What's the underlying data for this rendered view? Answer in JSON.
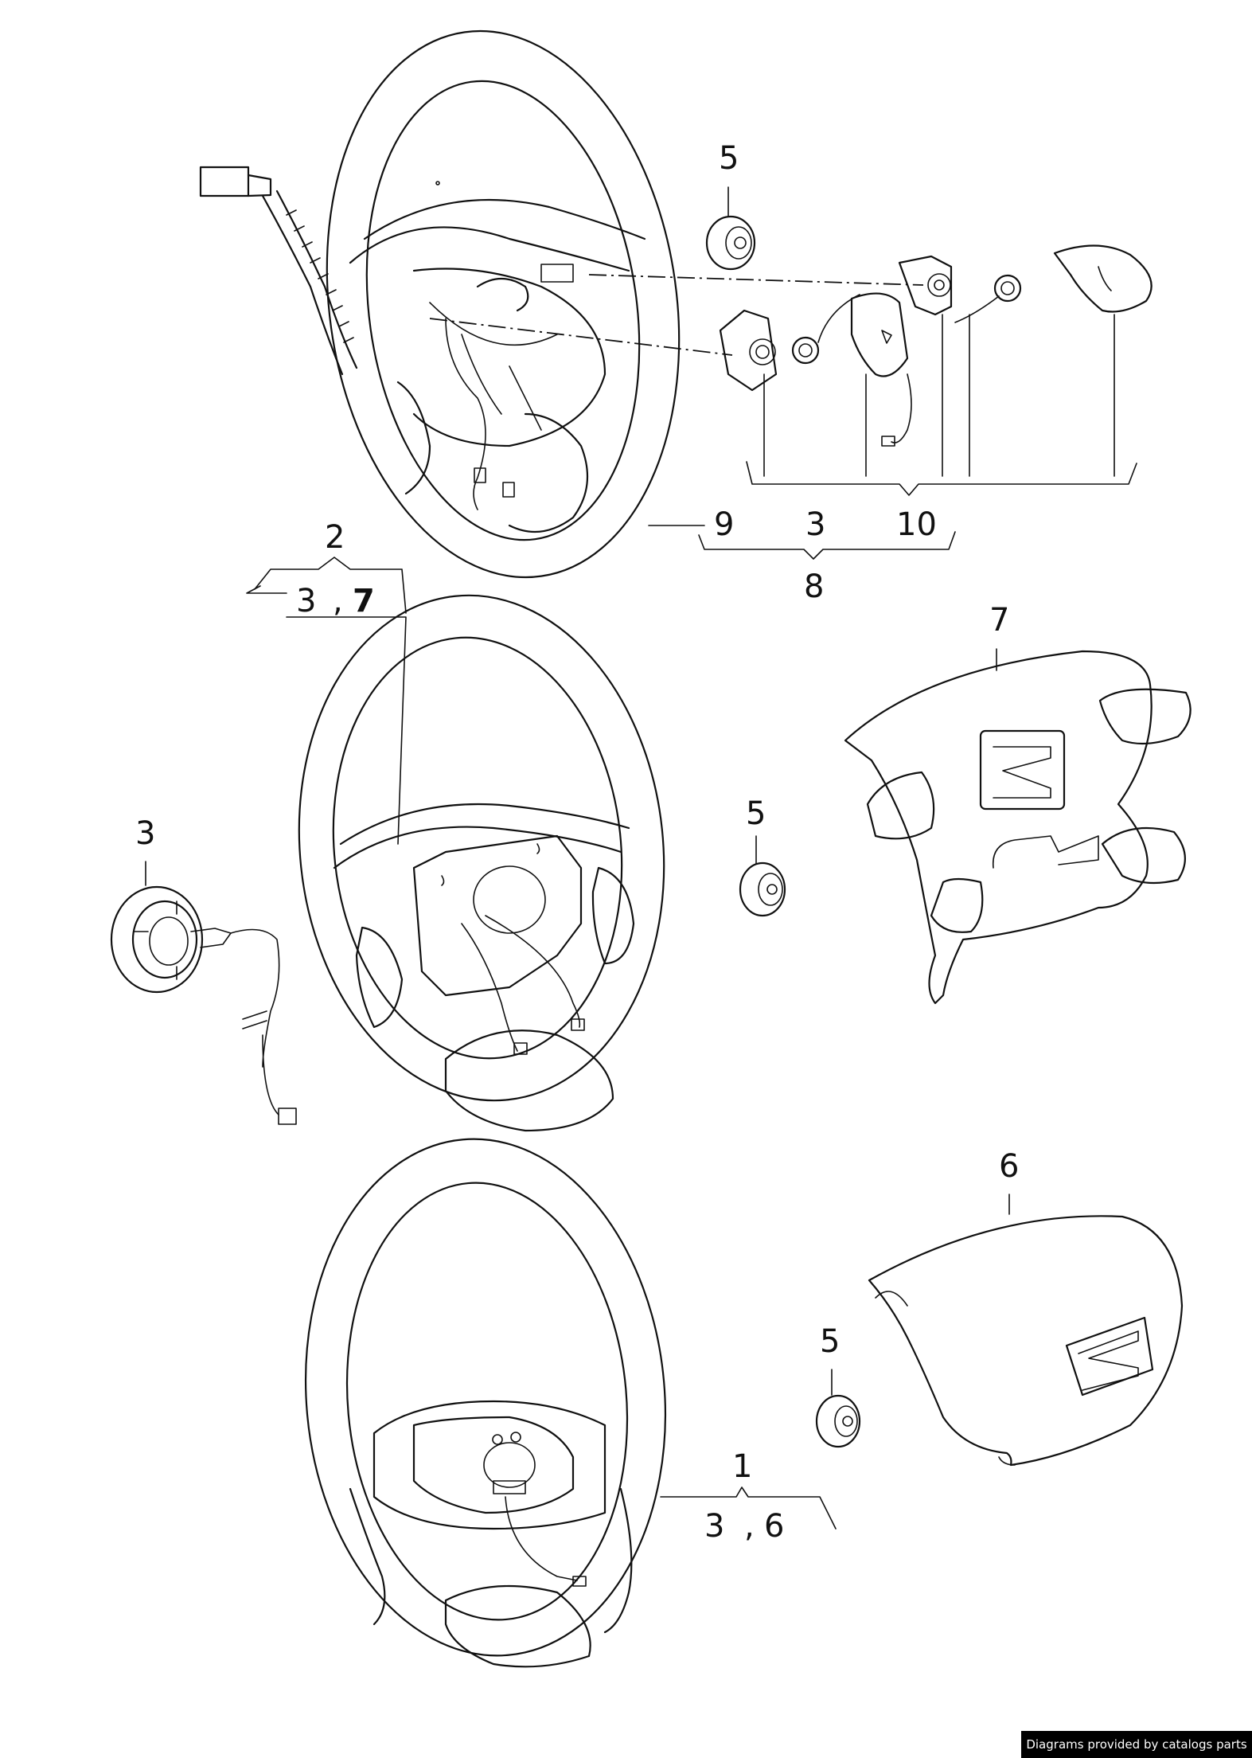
{
  "callouts": {
    "top_5": "5",
    "top_9": "9",
    "top_3": "3",
    "top_10": "10",
    "top_8": "8",
    "mid_2": "2",
    "mid_3a": "3",
    "mid_comma": ",",
    "mid_7": "7",
    "mid_7_cover": "7",
    "mid_5": "5",
    "left_3": "3",
    "bot_6": "6",
    "bot_5": "5",
    "bot_1": "1",
    "bot_3": "3",
    "bot_comma": ",",
    "bot_6b": "6"
  },
  "footer": {
    "credit": "Diagrams provided by catalogs parts"
  }
}
